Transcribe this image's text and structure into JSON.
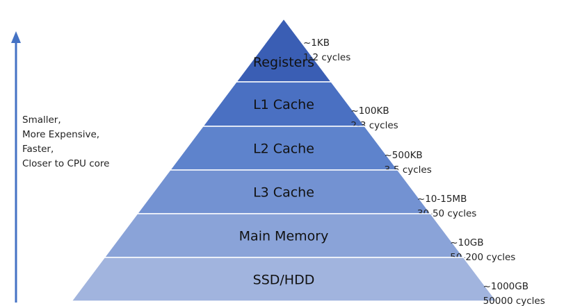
{
  "tiers": [
    {
      "name": "Registers",
      "size": "~1KB",
      "latency": "1-2 cycles",
      "color": "#3a5eb4"
    },
    {
      "name": "L1 Cache",
      "size": "~100KB",
      "latency": "2-3 cycles",
      "color": "#4a70c2"
    },
    {
      "name": "L2 Cache",
      "size": "~500KB",
      "latency": "3-5 cycles",
      "color": "#5e83cc"
    },
    {
      "name": "L3 Cache",
      "size": "~10-15MB",
      "latency": "30-50 cycles",
      "color": "#7392d2"
    },
    {
      "name": "Main Memory",
      "size": "~10GB",
      "latency": "50-200 cycles",
      "color": "#8aa3d8"
    },
    {
      "name": "SSD/HDD",
      "size": "~1000GB",
      "latency": "50000 cycles",
      "color": "#a1b4de"
    }
  ],
  "side_note": {
    "lines": [
      "Smaller,",
      "More Expensive,",
      "Faster,",
      "Closer to CPU core"
    ],
    "arrow_color": "#4472c4"
  }
}
